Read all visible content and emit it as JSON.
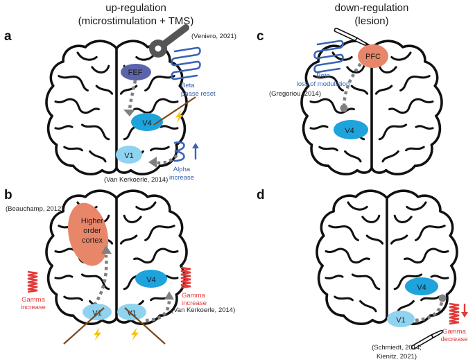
{
  "headers": {
    "left_title": "up-regulation",
    "left_subtitle": "(microstimulation + TMS)",
    "right_title": "down-regulation",
    "right_subtitle": "(lesion)"
  },
  "panels": {
    "a": {
      "label": "a",
      "regions": {
        "fef": "FEF",
        "v4": "V4",
        "v1": "V1"
      },
      "notes": {
        "beta_1": "Beta",
        "beta_2": "phase reset",
        "alpha_1": "Alpha",
        "alpha_2": "increase"
      },
      "citations": {
        "top": "(Veniero, 2021)",
        "bottom": "(Van Kerkoerle, 2014)"
      },
      "colors": {
        "fef": "#5b64a8",
        "v4": "#1ea3dc",
        "v1": "#8fd3f0"
      }
    },
    "b": {
      "label": "b",
      "regions": {
        "hoc_1": "Higher",
        "hoc_2": "order",
        "hoc_3": "cortex",
        "v4": "V4",
        "v1_left": "V1",
        "v1_right": "V1"
      },
      "notes": {
        "gamma_left_1": "Gamma",
        "gamma_left_2": "increase",
        "gamma_right_1": "Gamma",
        "gamma_right_2": "increase"
      },
      "citations": {
        "top": "(Beauchamp, 2012)",
        "right": "(Van Kerkoerle, 2014)"
      },
      "colors": {
        "hoc": "#e8866a",
        "v4": "#1ea3dc",
        "v1": "#8fd3f0",
        "gamma": "#e23a3a"
      }
    },
    "c": {
      "label": "c",
      "regions": {
        "pfc": "PFC",
        "v4": "V4"
      },
      "notes": {
        "beta_1": "Beta",
        "beta_2": "loss of modulation"
      },
      "citations": {
        "main": "(Gregoriou, 2014)"
      },
      "colors": {
        "pfc": "#e8866a",
        "v4": "#1ea3dc"
      }
    },
    "d": {
      "label": "d",
      "regions": {
        "v4": "V4",
        "v1": "V1"
      },
      "notes": {
        "gamma_1": "Gamma",
        "gamma_2": "decrease"
      },
      "citations": {
        "line_1": "(Schmiedt, 2014;",
        "line_2": "Kienitz, 2021)"
      },
      "colors": {
        "v4": "#1ea3dc",
        "v1": "#8fd3f0",
        "gamma": "#e23a3a"
      }
    }
  }
}
